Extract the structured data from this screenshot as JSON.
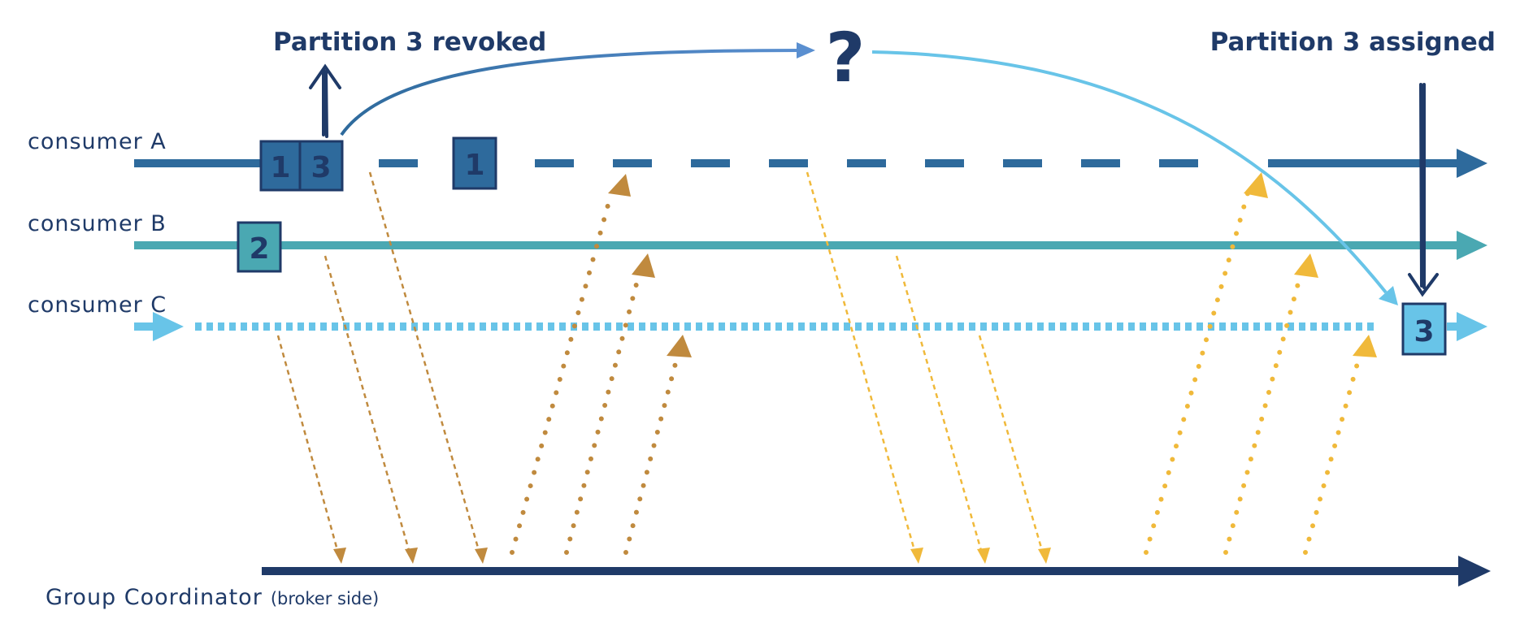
{
  "lanes": {
    "consumer_a": "consumer A",
    "consumer_b": "consumer B",
    "consumer_c": "consumer C",
    "coordinator": "Group Coordinator",
    "coordinator_note": "(broker side)"
  },
  "annotations": {
    "revoked": "Partition 3 revoked",
    "assigned": "Partition 3 assigned",
    "question": "?"
  },
  "partitions": {
    "a_p1": "1",
    "a_p3": "3",
    "a_p1_later": "1",
    "b_p2": "2",
    "c_p3": "3"
  },
  "colors": {
    "consumer_a": "#2e6a9c",
    "consumer_b": "#4aa8b2",
    "consumer_c": "#68c4e8",
    "coordinator": "#1f3a68",
    "messages_early": "#c08a3e",
    "messages_late": "#f0b93a"
  }
}
